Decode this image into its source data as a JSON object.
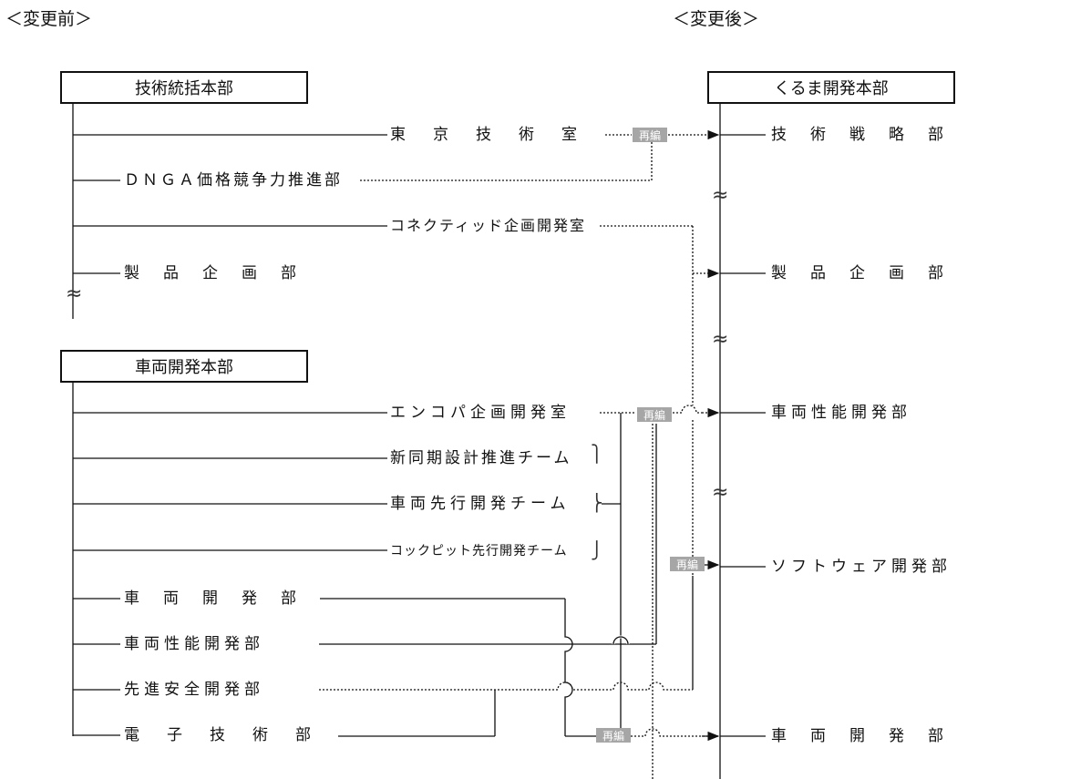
{
  "headers": {
    "before": "＜変更前＞",
    "after": "＜変更後＞"
  },
  "boxes": {
    "tech_hq": "技術統括本部",
    "vehicle_hq": "車両開発本部",
    "kuruma_hq": "くるま開発本部"
  },
  "left_items": {
    "tokyo": "東京技術室",
    "dnga": "ＤＮＧＡ価格競争力推進部",
    "connected": "コネクティッド企画開発室",
    "product_left": "製品企画部",
    "enkopa": "エンコパ企画開発室",
    "shindouki": "新同期設計推進チーム",
    "sharyo_senko": "車両先行開発チーム",
    "cockpit": "コックピット先行開発チーム",
    "sharyo_kaihatsu_left": "車両開発部",
    "seino_left": "車両性能開発部",
    "senshin": "先進安全開発部",
    "denshi": "電子技術部"
  },
  "right_items": {
    "senryaku": "技術戦略部",
    "product_right": "製品企画部",
    "seino_right": "車両性能開発部",
    "software": "ソフトウェア開発部",
    "sharyo_kaihatsu_right": "車両開発部"
  },
  "tags": {
    "reorg": "再編"
  },
  "colors": {
    "line": "#111111",
    "tag_bg": "#a6a6a6",
    "tag_text": "#ffffff"
  }
}
